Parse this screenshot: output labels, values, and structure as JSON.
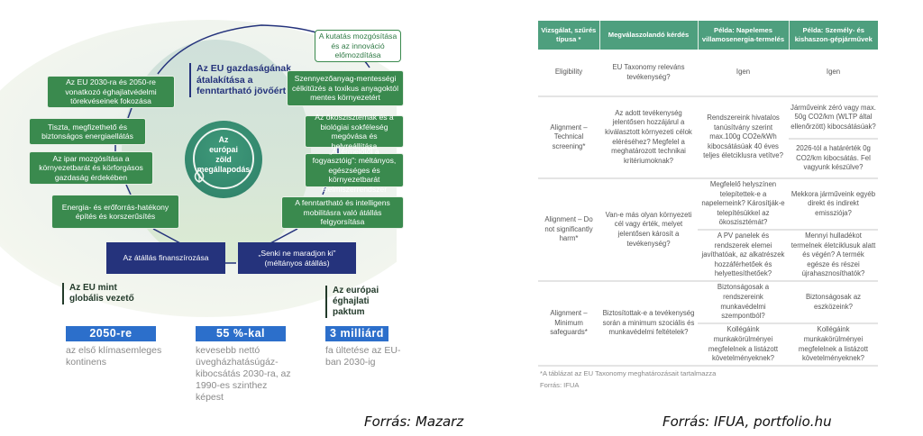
{
  "left_infographic": {
    "center_label": [
      "Az",
      "európai",
      "zöld",
      "megállapodás"
    ],
    "main_heading": [
      "Az EU gazdaságának",
      "átalakítása a",
      "fenntartható jövőért"
    ],
    "left_boxes": [
      "Az EU 2030-ra és 2050-re vonatkozó éghajlatvédelmi törekvéseinek fokozása",
      "Tiszta, megfizethető és biztonságos energiaellátás",
      "Az ipar mozgósítása a környezetbarát és körforgásos gazdaság érdekében",
      "Energia- és erőforrás-hatékony építés és korszerűsítés"
    ],
    "right_top_box": "A kutatás mozgósítása és az innováció előmozdítása",
    "right_boxes": [
      "Szennyezőanyag-mentességi célkitűzés a toxikus anyagoktól mentes környezetért",
      "Az ökoszisztémák és a biológiai sokféleség megóvása és helyreállítása",
      "„A termelőtől a fogyasztóig”: méltányos, egészséges és környezetbarát élelmiszerrendszer",
      "A fenntartható és intelligens mobilitásra való átállás felgyorsítása"
    ],
    "bottom_boxes": [
      "Az átállás finanszírozása",
      "„Senki ne maradjon ki” (méltányos átállás)"
    ],
    "side_headings": [
      [
        "Az EU mint",
        "globális vezető"
      ],
      [
        "Az európai",
        "éghajlati paktum"
      ]
    ],
    "stats": [
      {
        "value": "2050-re",
        "description": "az első klímasemleges kontinens"
      },
      {
        "value": "55 %-kal",
        "description": "kevesebb nettó üvegházhatásúgáz-kibocsátás 2030-ra, az 1990-es szinthez képest"
      },
      {
        "value": "3 milliárd",
        "description": "fa ültetése az EU-ban 2030-ig"
      }
    ],
    "source": "Forrás: Mazarz"
  },
  "right_table": {
    "headers": [
      "Vizsgálat, szűrés típusa *",
      "Megválaszolandó kérdés",
      "Példa: Napelemes villamosenergia-termelés",
      "Példa:  Személy- és kishaszon-gépjárművek"
    ],
    "rows": [
      {
        "type": "Eligibility",
        "question": "EU Taxonomy releváns tevékenység?",
        "examples": [
          [
            "Igen",
            "Igen"
          ]
        ]
      },
      {
        "type": "Alignment – Technical screening*",
        "question": "Az adott tevékenység jelentősen hozzájárul a kiválasztott környezeti célok eléréséhez? Megfelel a meghatározott technikai kritériumoknak?",
        "examples": [
          [
            "Rendszereink hivatalos tanúsítvány szerint max.100g CO2e/kWh kibocsátásúak 40 éves teljes életciklusra vetítve?",
            "Járműveink zéró vagy max. 50g CO2/km (WLTP által ellenőrzött) kibocsátásúak?"
          ],
          [
            null,
            "2026-tól a határérték 0g CO2/km kibocsátás. Fel vagyunk készülve?"
          ]
        ]
      },
      {
        "type": "Alignment – Do not significantly harm*",
        "question": "Van-e más olyan környezeti cél vagy érték, melyet jelentősen károsít a tevékenység?",
        "examples": [
          [
            "Megfelelő helyszínen telepítettek-e a napelemeink? Károsítják-e telepítésükkel az ökoszisztémát?",
            "Mekkora járműveink egyéb direkt és indirekt emissziója?"
          ],
          [
            "A PV panelek és rendszerek elemei javíthatóak, az alkatrészek hozzáférhetőek és helyettesíthetőek?",
            "Mennyi hulladékot termelnek életciklusuk alatt és végén? A termék egésze és részei újrahasznosíthatók?"
          ]
        ]
      },
      {
        "type": "Alignment – Minimum safeguards*",
        "question": "Biztosítottak-e a tevékenység során a minimum szociális és munkavédelmi feltételek?",
        "examples": [
          [
            "Biztonságosak a rendszereink munkavédelmi szempontból?",
            "Biztonságosak az eszközeink?"
          ],
          [
            "Kollégáink munkakörülményei megfelelnek a listázott követelményeknek?",
            "Kollégáink munkakörülményei megfelelnek a listázott követelményeknek?"
          ]
        ]
      }
    ],
    "footnote": "*A táblázat az EU Taxonomy meghatározásait tartalmazza",
    "table_source": "Forrás: IFUA",
    "source": "Forrás: IFUA, portfolio.hu"
  },
  "colors": {
    "green_box": "#3a8a4e",
    "navy": "#25337c",
    "stat_blue": "#2c6fcb",
    "table_header": "#4e9f7e"
  }
}
